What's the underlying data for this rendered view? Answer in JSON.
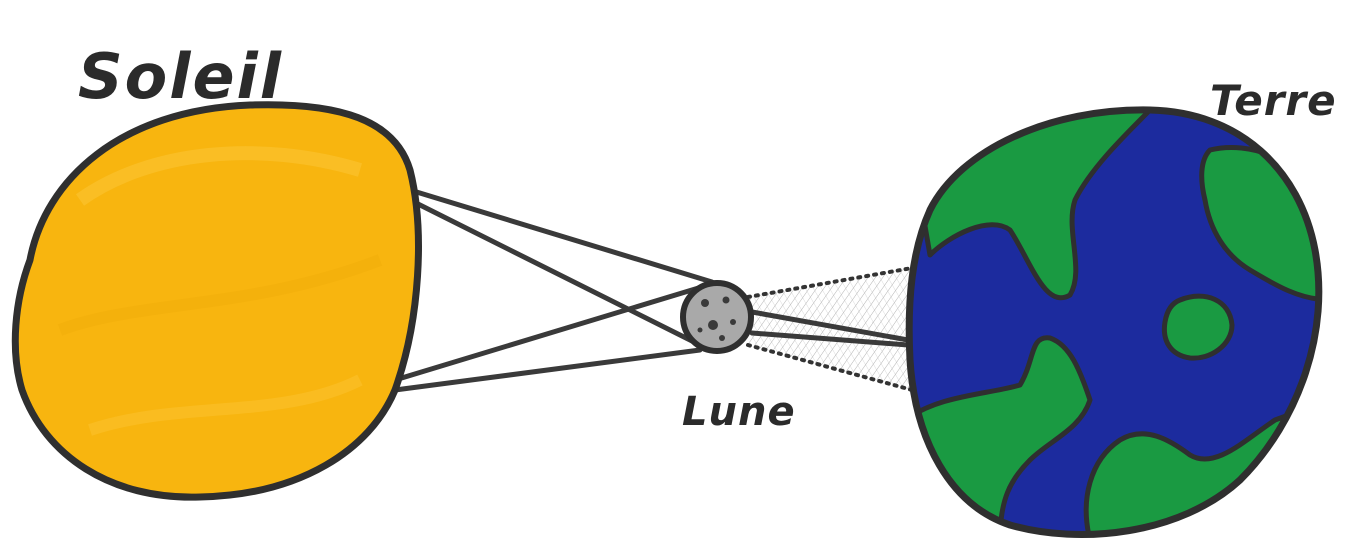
{
  "labels": {
    "sun": "Soleil",
    "moon": "Lune",
    "earth": "Terre"
  },
  "colors": {
    "sun": "#f8b50f",
    "earth_land": "#1a9a42",
    "earth_ocean": "#1c2b9e",
    "moon": "#a8a8a8",
    "outline": "#2f2f2f",
    "umbra": "#c8c8c8"
  },
  "icons": {
    "sun": "sun-icon",
    "moon": "moon-icon",
    "earth": "earth-icon"
  }
}
